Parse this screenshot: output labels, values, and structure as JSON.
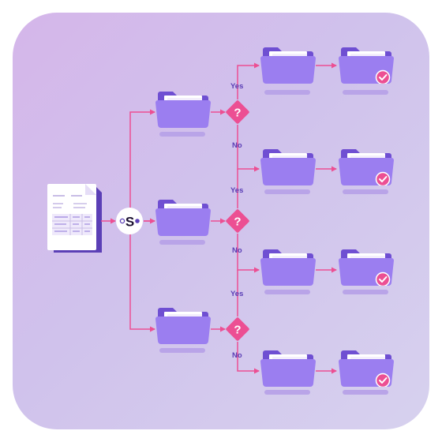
{
  "colors": {
    "background": "#d3c0ec",
    "folder": "#9b7ef0",
    "folder_back": "#6f4fd2",
    "arrow": "#ec4f93",
    "decision": "#ec4f93",
    "check": "#ec4f93",
    "label": "#5b3fb6"
  },
  "hub": {
    "letter": "S"
  },
  "decision_mark": "?",
  "branches": [
    {
      "yes_label": "Yes",
      "no_label": "No"
    },
    {
      "yes_label": "Yes",
      "no_label": "No"
    },
    {
      "yes_label": "Yes",
      "no_label": "No"
    }
  ],
  "icons": {
    "document": "document-icon",
    "folder": "folder-icon",
    "decision": "question-diamond-icon",
    "check": "checkmark-icon"
  }
}
